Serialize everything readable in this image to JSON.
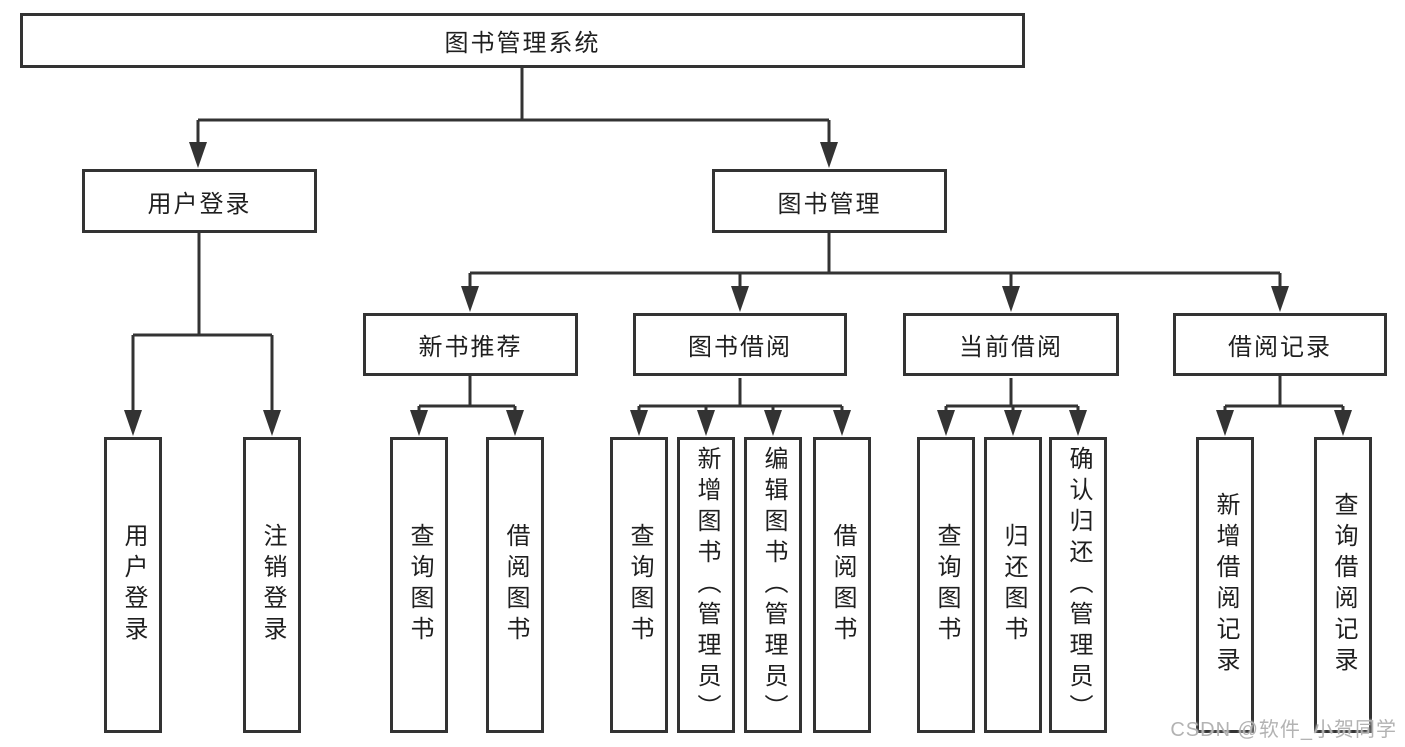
{
  "diagram": {
    "root": {
      "label": "图书管理系统"
    },
    "level2": [
      {
        "label": "用户登录"
      },
      {
        "label": "图书管理"
      }
    ],
    "level3": [
      {
        "label": "新书推荐"
      },
      {
        "label": "图书借阅"
      },
      {
        "label": "当前借阅"
      },
      {
        "label": "借阅记录"
      }
    ],
    "leaves": {
      "login": [
        {
          "label": "用户登录"
        },
        {
          "label": "注销登录"
        }
      ],
      "newbook": [
        {
          "label": "查询图书"
        },
        {
          "label": "借阅图书"
        }
      ],
      "bookborrow": [
        {
          "label": "查询图书"
        },
        {
          "label": "新增图书（管理员）"
        },
        {
          "label": "编辑图书（管理员）"
        },
        {
          "label": "借阅图书"
        }
      ],
      "currentborrow": [
        {
          "label": "查询图书"
        },
        {
          "label": "归还图书"
        },
        {
          "label": "确认归还（管理员）"
        }
      ],
      "records": [
        {
          "label": "新增借阅记录"
        },
        {
          "label": "查询借阅记录"
        }
      ]
    }
  },
  "watermark": {
    "text": "CSDN @软件_小贺同学"
  },
  "colors": {
    "line": "#333333",
    "text": "#1f1f1f",
    "watermark": "#b3b3b3",
    "background": "#ffffff"
  }
}
